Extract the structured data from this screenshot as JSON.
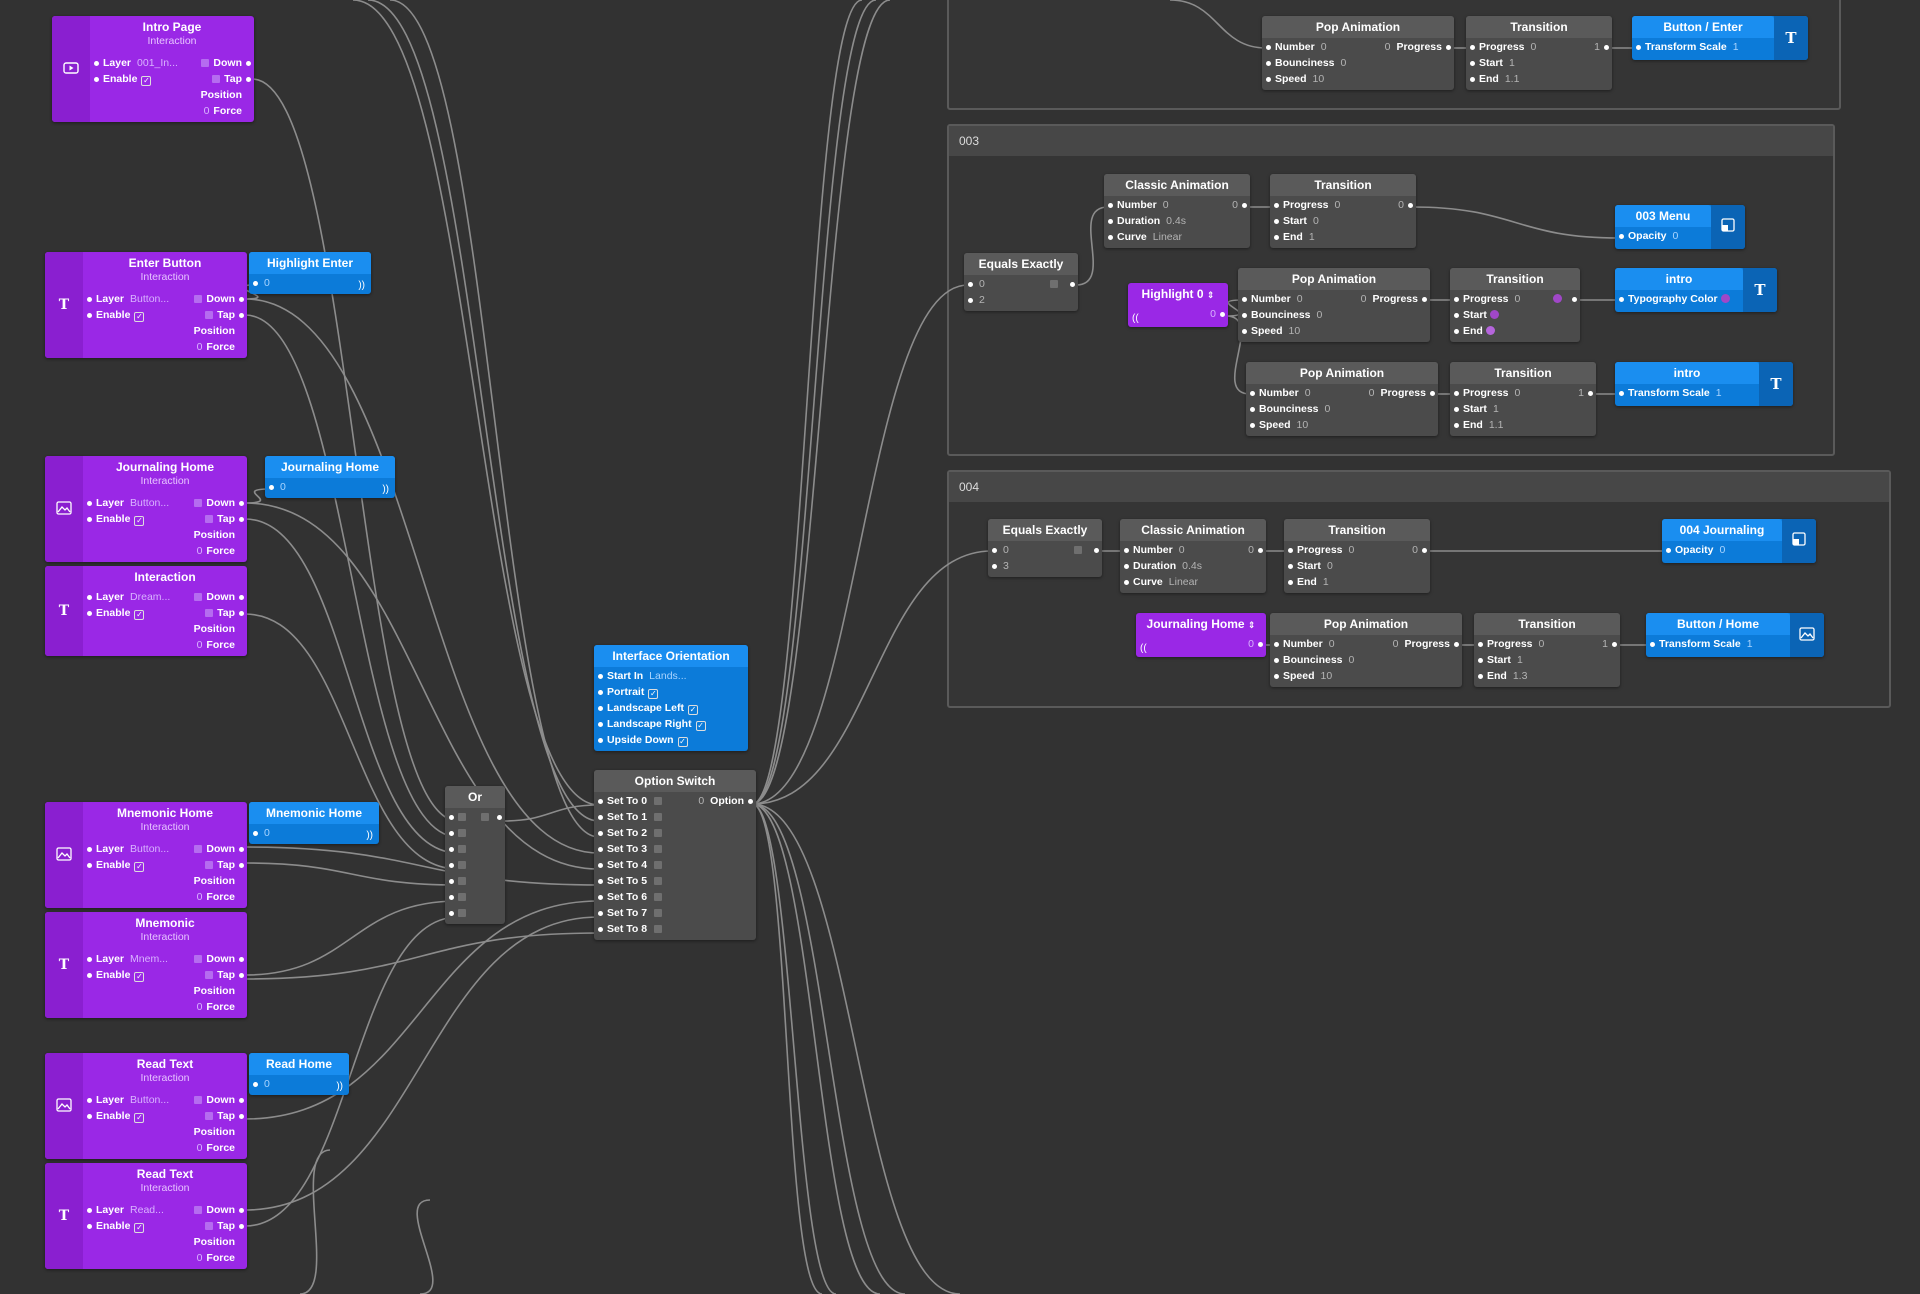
{
  "colors": {
    "canvas": "#323232",
    "node_gray": "#4b4b4b",
    "node_blue": "#0c7bd9",
    "node_purple": "#9a28e6",
    "wire": "#8c8c8c"
  },
  "groups": {
    "g002": "",
    "g003": "003",
    "g004": "004"
  },
  "icons": {
    "play": "play-icon",
    "text": "text-layer-icon",
    "image": "image-layer-icon",
    "rect": "rectangle-layer-icon",
    "pulse": "pulse-icon",
    "sort": "sort-arrows-icon"
  },
  "interactions": {
    "intro_page": {
      "title": "Intro Page",
      "subtitle": "Interaction",
      "layer_value": "001_In...",
      "labels": {
        "layer": "Layer",
        "enable": "Enable",
        "down": "Down",
        "tap": "Tap",
        "position": "Position",
        "force": "Force",
        "zero": "0"
      }
    },
    "enter_button": {
      "title": "Enter Button",
      "subtitle": "Interaction",
      "layer_value": "Button..."
    },
    "journaling_home": {
      "title": "Journaling Home",
      "subtitle": "Interaction",
      "layer_value": "Button..."
    },
    "interaction_dream": {
      "title": "Interaction",
      "subtitle": "",
      "layer_value": "Dream..."
    },
    "mnemonic_home": {
      "title": "Mnemonic Home",
      "subtitle": "Interaction",
      "layer_value": "Button..."
    },
    "mnemonic": {
      "title": "Mnemonic",
      "subtitle": "Interaction",
      "layer_value": "Mnem..."
    },
    "read_text_1": {
      "title": "Read Text",
      "subtitle": "Interaction",
      "layer_value": "Button..."
    },
    "read_text_2": {
      "title": "Read Text",
      "subtitle": "Interaction",
      "layer_value": "Read..."
    }
  },
  "splitters": {
    "highlight_enter": {
      "title": "Highlight Enter",
      "value": "0"
    },
    "journaling_home_b": {
      "title": "Journaling Home",
      "value": "0"
    },
    "mnemonic_home_b": {
      "title": "Mnemonic Home",
      "value": "0"
    },
    "read_home": {
      "title": "Read Home",
      "value": "0"
    }
  },
  "interface_orientation": {
    "title": "Interface Orientation",
    "start_in": "Start In",
    "start_in_value": "Lands...",
    "portrait": "Portrait",
    "landscape_left": "Landscape Left",
    "landscape_right": "Landscape Right",
    "upside_down": "Upside Down"
  },
  "or_node": {
    "title": "Or"
  },
  "option_switch": {
    "title": "Option Switch",
    "inputs": [
      "Set To 0",
      "Set To 1",
      "Set To 2",
      "Set To 3",
      "Set To 4",
      "Set To 5",
      "Set To 6",
      "Set To 7",
      "Set To 8"
    ],
    "output_value": "0",
    "output_label": "Option"
  },
  "g002_nodes": {
    "pop": {
      "title": "Pop Animation",
      "number": "Number",
      "number_value": "0",
      "bounciness": "Bounciness",
      "bounciness_value": "0",
      "speed": "Speed",
      "speed_value": "10",
      "out_value": "0",
      "out_label": "Progress"
    },
    "transition": {
      "title": "Transition",
      "progress": "Progress",
      "progress_value": "0",
      "start": "Start",
      "start_value": "1",
      "end": "End",
      "end_value": "1.1",
      "out_value": "1"
    },
    "button_enter": {
      "title": "Button / Enter",
      "prop": "Transform Scale",
      "prop_value": "1"
    }
  },
  "g003_nodes": {
    "equals": {
      "title": "Equals Exactly",
      "in1": "0",
      "in2": "2"
    },
    "classic": {
      "title": "Classic Animation",
      "number": "Number",
      "number_value": "0",
      "duration": "Duration",
      "duration_value": "0.4s",
      "curve": "Curve",
      "curve_value": "Linear",
      "out_value": "0"
    },
    "transition_a": {
      "title": "Transition",
      "progress": "Progress",
      "progress_value": "0",
      "start": "Start",
      "start_value": "0",
      "end": "End",
      "end_value": "1",
      "out_value": "0"
    },
    "menu": {
      "title": "003 Menu",
      "prop": "Opacity",
      "prop_value": "0"
    },
    "highlight0": {
      "title": "Highlight 0",
      "value": "0"
    },
    "pop_b": {
      "title": "Pop Animation",
      "number": "Number",
      "number_value": "0",
      "bounciness": "Bounciness",
      "bounciness_value": "0",
      "speed": "Speed",
      "speed_value": "10",
      "out_value": "0",
      "out_label": "Progress"
    },
    "transition_b": {
      "title": "Transition",
      "progress": "Progress",
      "progress_value": "0",
      "start": "Start",
      "end": "End"
    },
    "intro_color": {
      "title": "intro",
      "prop": "Typography Color"
    },
    "pop_c": {
      "title": "Pop Animation",
      "number": "Number",
      "number_value": "0",
      "bounciness": "Bounciness",
      "bounciness_value": "0",
      "speed": "Speed",
      "speed_value": "10",
      "out_value": "0",
      "out_label": "Progress"
    },
    "transition_c": {
      "title": "Transition",
      "progress": "Progress",
      "progress_value": "0",
      "start": "Start",
      "start_value": "1",
      "end": "End",
      "end_value": "1.1",
      "out_value": "1"
    },
    "intro_scale": {
      "title": "intro",
      "prop": "Transform Scale",
      "prop_value": "1"
    }
  },
  "g004_nodes": {
    "equals": {
      "title": "Equals Exactly",
      "in1": "0",
      "in2": "3"
    },
    "classic": {
      "title": "Classic Animation",
      "number": "Number",
      "number_value": "0",
      "duration": "Duration",
      "duration_value": "0.4s",
      "curve": "Curve",
      "curve_value": "Linear",
      "out_value": "0"
    },
    "transition_a": {
      "title": "Transition",
      "progress": "Progress",
      "progress_value": "0",
      "start": "Start",
      "start_value": "0",
      "end": "End",
      "end_value": "1",
      "out_value": "0"
    },
    "journaling": {
      "title": "004 Journaling",
      "prop": "Opacity",
      "prop_value": "0"
    },
    "journaling_home": {
      "title": "Journaling Home",
      "value": "0"
    },
    "pop": {
      "title": "Pop Animation",
      "number": "Number",
      "number_value": "0",
      "bounciness": "Bounciness",
      "bounciness_value": "0",
      "speed": "Speed",
      "speed_value": "10",
      "out_value": "0",
      "out_label": "Progress"
    },
    "transition_b": {
      "title": "Transition",
      "progress": "Progress",
      "progress_value": "0",
      "start": "Start",
      "start_value": "1",
      "end": "End",
      "end_value": "1.3",
      "out_value": "1"
    },
    "button_home": {
      "title": "Button / Home",
      "prop": "Transform Scale",
      "prop_value": "1"
    }
  }
}
